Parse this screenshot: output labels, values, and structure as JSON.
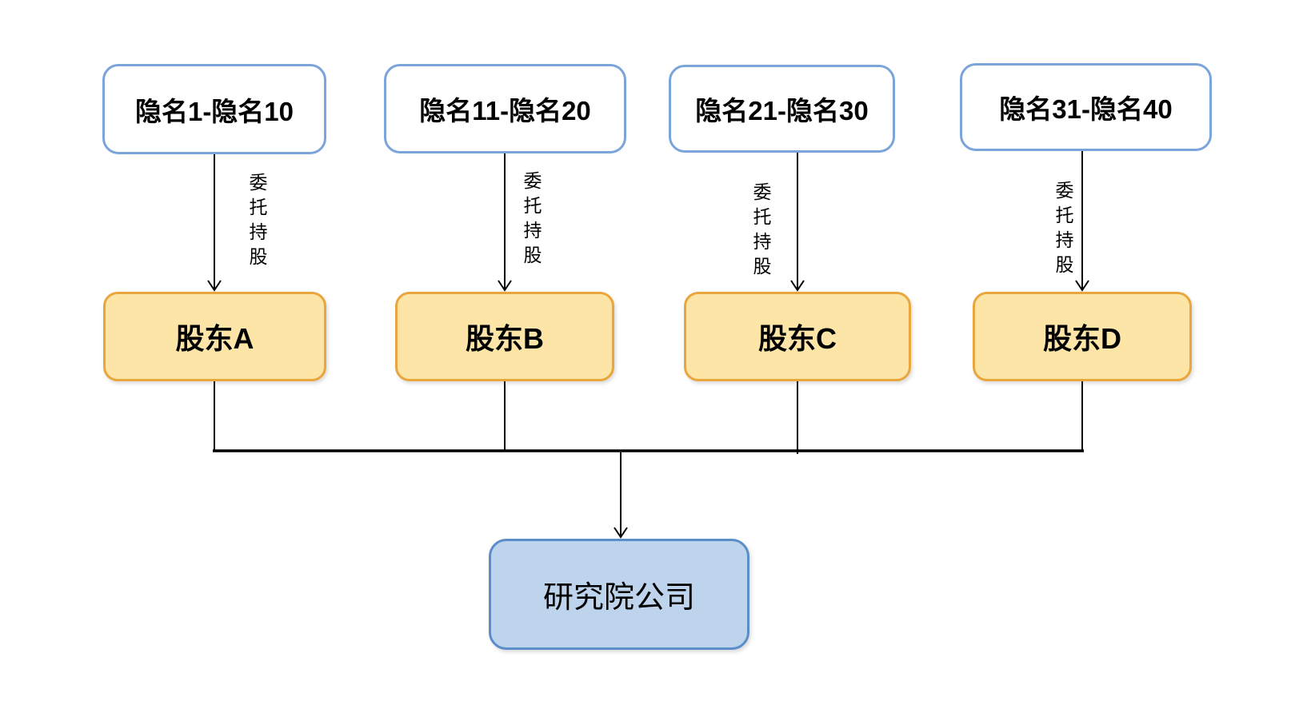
{
  "diagram": {
    "title_semantic": "entrusted-shareholding-structure",
    "colors": {
      "background": "#ffffff",
      "anonymous_box_border": "#7aa4da",
      "anonymous_box_fill": "#ffffff",
      "shareholder_box_border": "#e9a63c",
      "shareholder_box_fill": "#fce5a6",
      "company_box_border": "#5b8ec9",
      "company_box_fill": "#bdd4ec",
      "connector_line": "#000000",
      "text": "#000000"
    },
    "columns": [
      {
        "anonymous_label": "隐名1-隐名10",
        "edge_label": "委托持股",
        "edge_label_side": "right",
        "shareholder_label": "股东A"
      },
      {
        "anonymous_label": "隐名11-隐名20",
        "edge_label": "委托持股",
        "edge_label_side": "right",
        "shareholder_label": "股东B"
      },
      {
        "anonymous_label": "隐名21-隐名30",
        "edge_label": "委托持股",
        "edge_label_side": "left",
        "shareholder_label": "股东C"
      },
      {
        "anonymous_label": "隐名31-隐名40",
        "edge_label": "委托持股",
        "edge_label_side": "left",
        "shareholder_label": "股东D"
      }
    ],
    "company": {
      "label": "研究院公司"
    }
  }
}
